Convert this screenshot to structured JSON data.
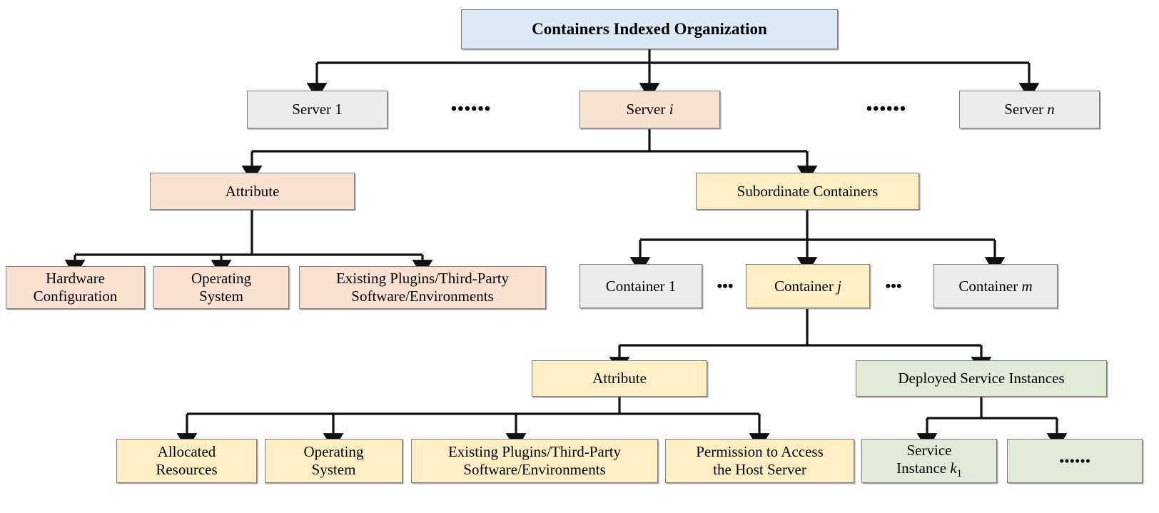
{
  "diagram": {
    "title": "Containers Indexed Organization",
    "palette": {
      "blue": "#dce9f7",
      "gray": "#ececec",
      "peach": "#fae2d2",
      "yellow": "#fdeec4",
      "green": "#e0ead6",
      "border": "#7f7f7f",
      "wire": "#111111",
      "background": "#ffffff"
    },
    "root": {
      "label": "Containers Indexed Organization"
    },
    "servers": [
      {
        "label": "Server 1",
        "color": "gray"
      },
      {
        "label": "Server i",
        "color": "peach",
        "italic_suffix": "i"
      },
      {
        "label": "Server n",
        "color": "gray",
        "italic_suffix": "n"
      }
    ],
    "server_ellipsis": [
      "••••••",
      "••••••"
    ],
    "server_children": [
      {
        "label": "Attribute",
        "color": "peach"
      },
      {
        "label": "Subordinate Containers",
        "color": "yellow"
      }
    ],
    "server_attribute_children": [
      {
        "label": "Hardware\nConfiguration",
        "color": "peach"
      },
      {
        "label": "Operating\nSystem",
        "color": "peach"
      },
      {
        "label": "Existing Plugins/Third-Party\nSoftware/Environments",
        "color": "peach"
      }
    ],
    "containers": [
      {
        "label": "Container 1",
        "color": "gray"
      },
      {
        "label": "Container j",
        "color": "yellow",
        "italic_suffix": "j"
      },
      {
        "label": "Container m",
        "color": "gray",
        "italic_suffix": "m"
      }
    ],
    "container_ellipsis": [
      "•••",
      "•••"
    ],
    "container_children": [
      {
        "label": "Attribute",
        "color": "yellow"
      },
      {
        "label": "Deployed Service Instances",
        "color": "green"
      }
    ],
    "container_attribute_children": [
      {
        "label": "Allocated\nResources",
        "color": "yellow"
      },
      {
        "label": "Operating\nSystem",
        "color": "yellow"
      },
      {
        "label": "Existing Plugins/Third-Party\nSoftware/Environments",
        "color": "yellow"
      },
      {
        "label": "Permission to Access\nthe Host Server",
        "color": "yellow"
      }
    ],
    "service_instances": [
      {
        "label": "Service\nInstance k1",
        "color": "green",
        "subscript_base": "k",
        "subscript": "1"
      },
      {
        "label": "••••••",
        "color": "green"
      }
    ]
  }
}
